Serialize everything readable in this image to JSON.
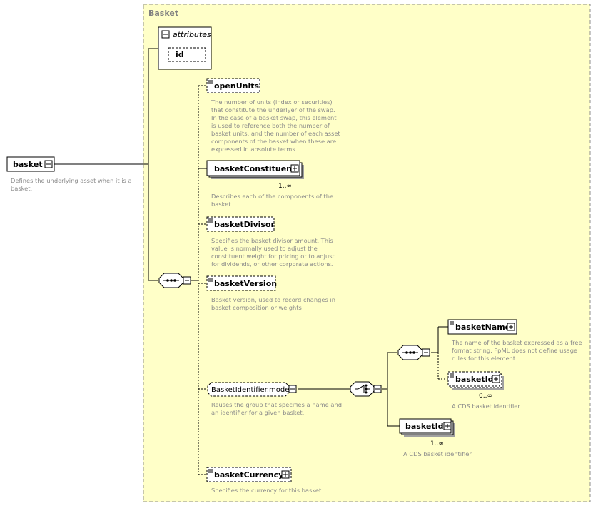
{
  "group": {
    "title": "Basket"
  },
  "attributes": {
    "title": "attributes",
    "items": [
      "id"
    ]
  },
  "root": {
    "name": "basket",
    "doc": [
      "Defines the underlying asset when it is a",
      "basket."
    ]
  },
  "elements": {
    "openUnits": {
      "name": "openUnits",
      "doc": [
        "The number of units (index or securities)",
        "that constitute the underlyer of the swap.",
        "In the case of a basket swap, this element",
        "is used to reference both the number of",
        "basket units, and the number of each asset",
        "components of the basket when these are",
        "expressed in absolute terms."
      ]
    },
    "basketConstituent": {
      "name": "basketConstituent",
      "occurs": "1..∞",
      "doc": [
        "Describes each of the components of the",
        "basket."
      ]
    },
    "basketDivisor": {
      "name": "basketDivisor",
      "doc": [
        "Specifies the basket divisor amount. This",
        "value is normally used to adjust the",
        "constituent weight for pricing or to adjust",
        "for dividends, or other corporate actions."
      ]
    },
    "basketVersion": {
      "name": "basketVersion",
      "doc": [
        "Basket version, used to record changes in",
        "basket composition or weights"
      ]
    },
    "basketIdentifierModel": {
      "name": "BasketIdentifier.model",
      "doc": [
        "Reuses the group that specifies a name and",
        "an identifier for a given basket."
      ]
    },
    "basketName": {
      "name": "basketName",
      "doc": [
        "The name of the basket expressed as a free",
        "format string. FpML does not define usage",
        "rules for this element."
      ]
    },
    "basketIdOptional": {
      "name": "basketId",
      "occurs": "0..∞",
      "doc": [
        "A CDS basket identifier"
      ]
    },
    "basketIdRequired": {
      "name": "basketId",
      "occurs": "1..∞",
      "doc": [
        "A CDS basket identifier"
      ]
    },
    "basketCurrency": {
      "name": "basketCurrency",
      "doc": [
        "Specifies the currency for this basket."
      ]
    }
  }
}
